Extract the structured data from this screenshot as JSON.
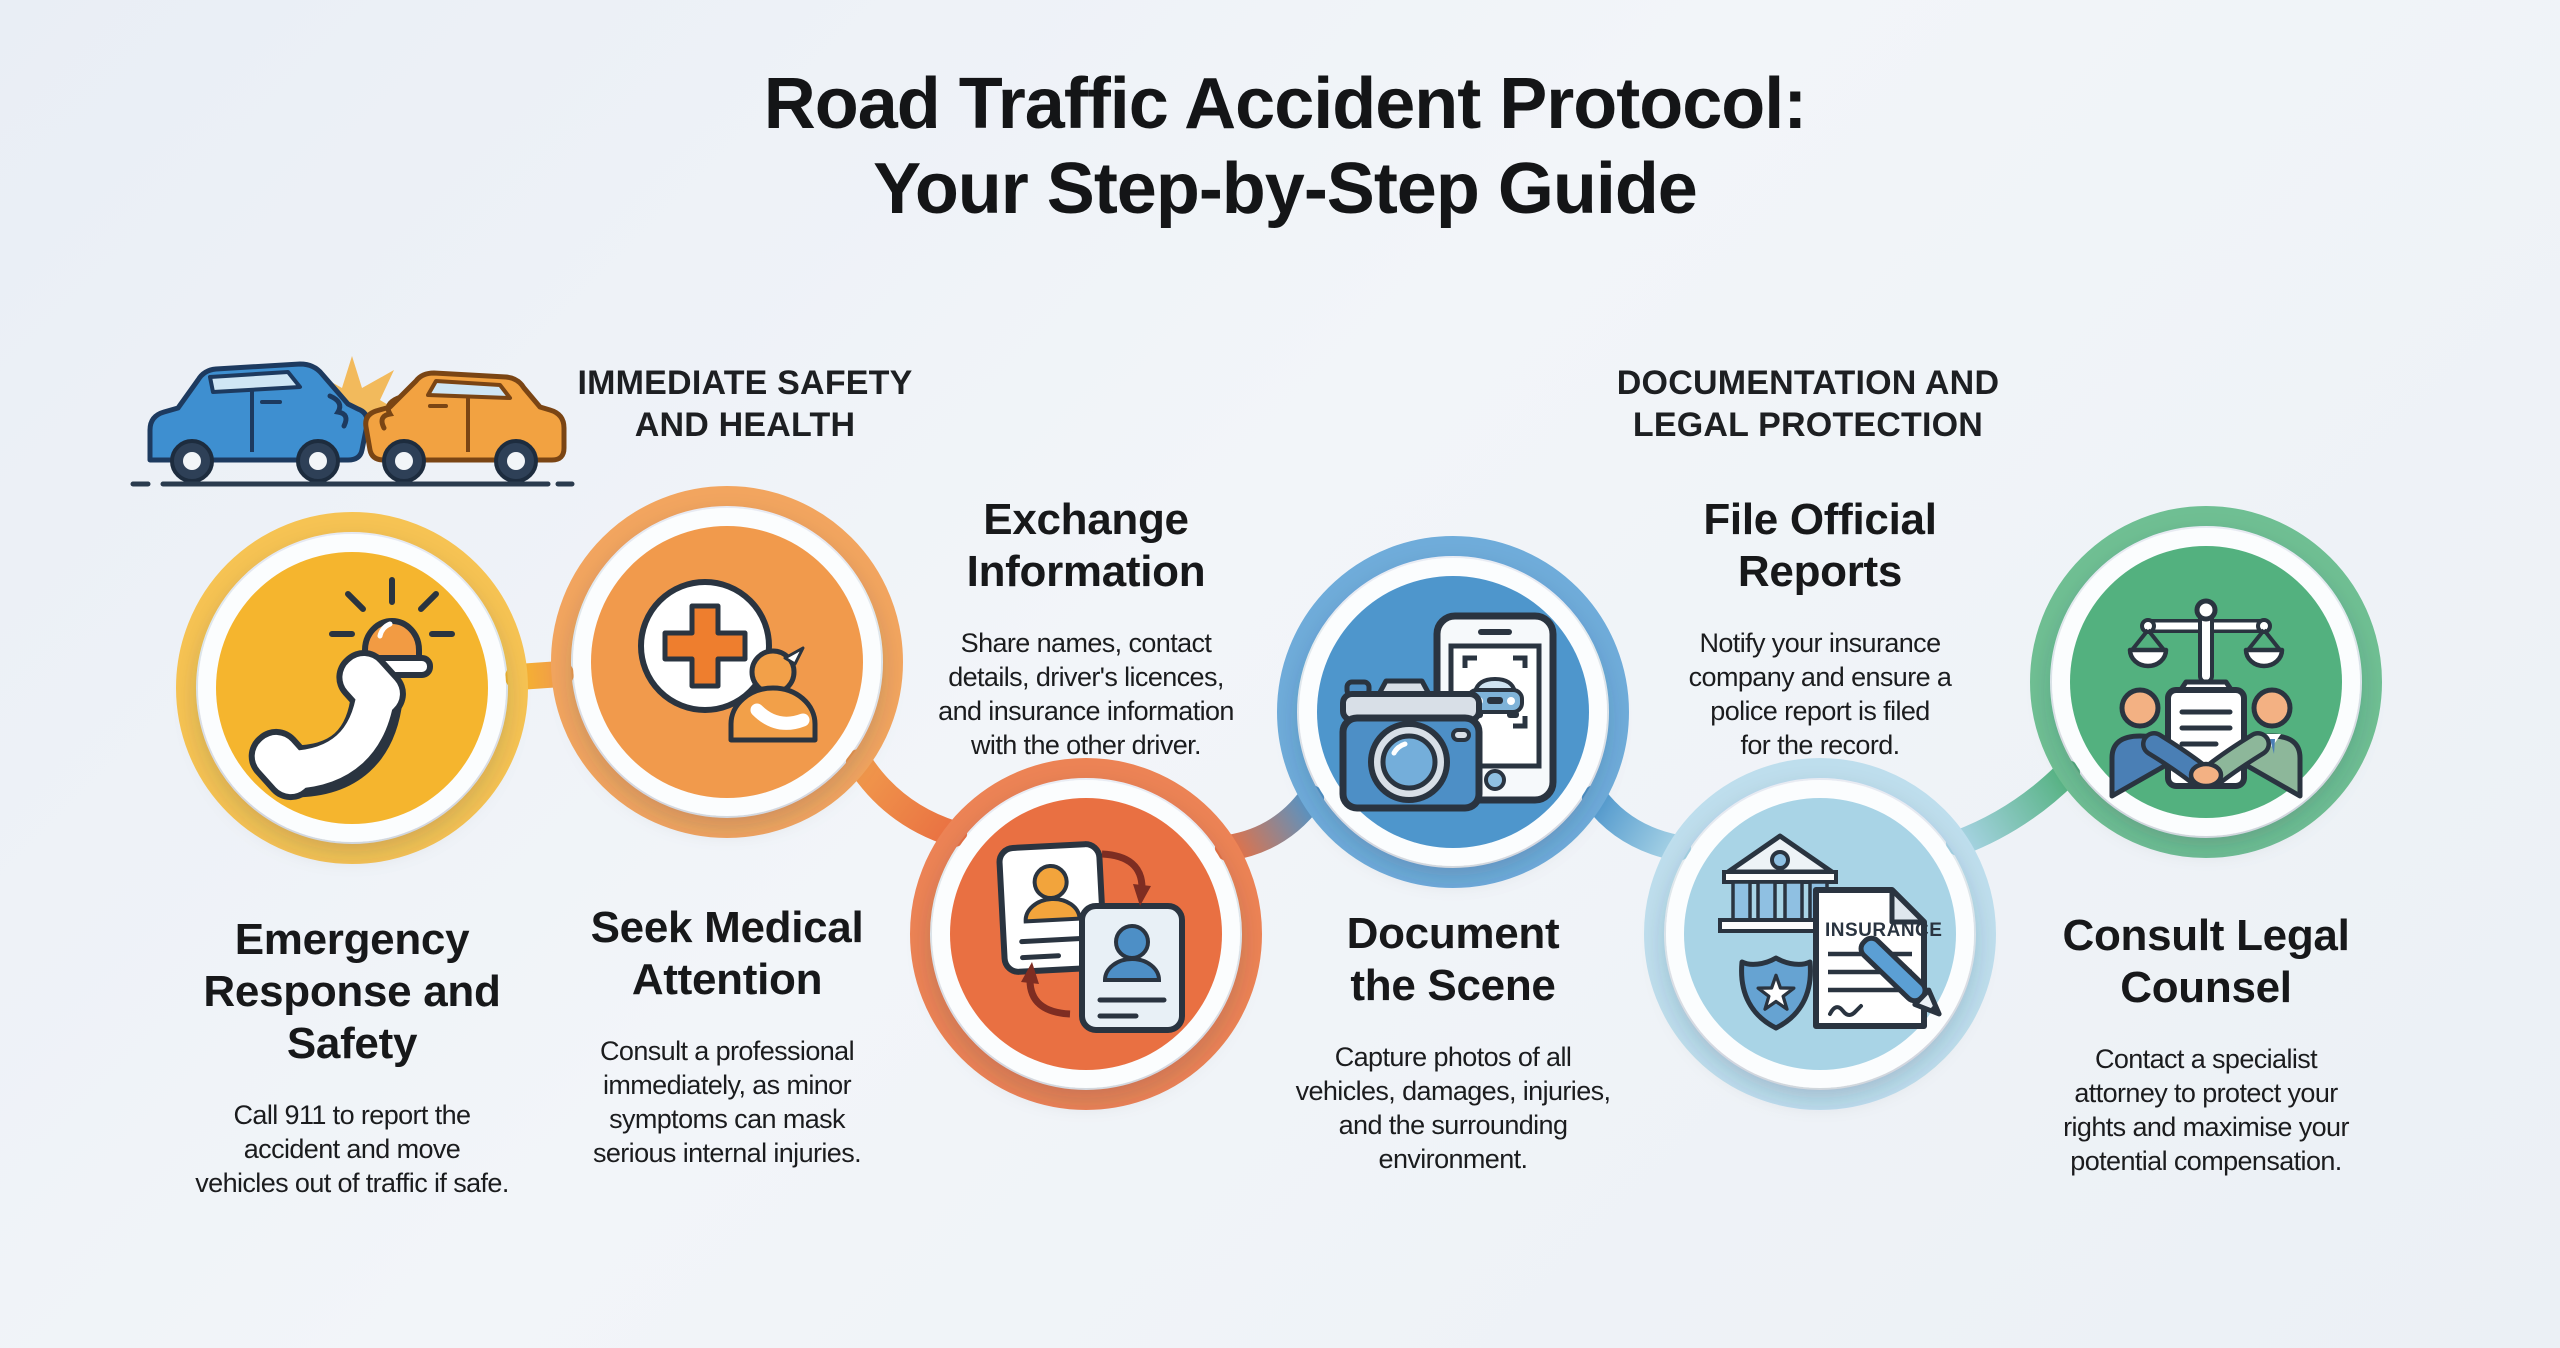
{
  "title": "Road Traffic Accident Protocol:\nYour Step-by-Step Guide",
  "sections": [
    {
      "label": "IMMEDIATE SAFETY\nAND HEALTH"
    },
    {
      "label": "DOCUMENTATION AND\nLEGAL PROTECTION"
    }
  ],
  "steps": [
    {
      "title": "Emergency\nResponse and\nSafety",
      "desc": "Call 911 to report the\naccident and move\nvehicles out of traffic if safe.",
      "icon": "phone-siren-icon",
      "color": "#F5B52E",
      "ring_color": "#F6C353"
    },
    {
      "title": "Seek Medical\nAttention",
      "desc": "Consult a professional\nimmediately, as minor\nsymptoms can mask\nserious internal injuries.",
      "icon": "medical-cross-sling-icon",
      "color": "#F19A4C",
      "ring_color": "#F2A55F"
    },
    {
      "title": "Exchange\nInformation",
      "desc": "Share names, contact\ndetails, driver's licences,\nand insurance information\nwith the other driver.",
      "icon": "id-cards-exchange-icon",
      "color": "#E97042",
      "ring_color": "#EC8355"
    },
    {
      "title": "Document\nthe Scene",
      "desc": "Capture photos of all\nvehicles, damages, injuries,\nand the surrounding\nenvironment.",
      "icon": "camera-phone-icon",
      "color": "#4E96CC",
      "ring_color": "#6FACDA"
    },
    {
      "title": "File Official\nReports",
      "desc": "Notify your insurance\ncompany and ensure a\npolice report is filed\nfor the record.",
      "icon": "bank-badge-document-icon",
      "icon_label": "INSURANCE",
      "color": "#A9D4E6",
      "ring_color": "#BEDEED"
    },
    {
      "title": "Consult Legal\nCounsel",
      "desc": "Contact a specialist\nattorney to protect your\nrights and maximise your\npotential compensation.",
      "icon": "scales-handshake-icon",
      "color": "#53B17F",
      "ring_color": "#6FBF93"
    }
  ],
  "decor": {
    "illustration": "car-crash-illustration",
    "background": "#EDF1F6",
    "text_color": "#1B1C1E",
    "title_color": "#141517"
  }
}
